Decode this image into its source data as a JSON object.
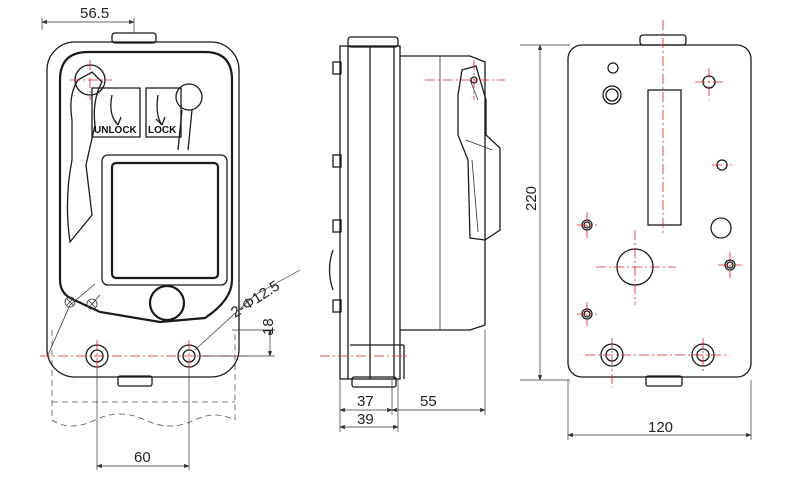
{
  "dimensions": {
    "d56_5": "56.5",
    "d2_phi12_5": "2-Φ12.5",
    "d18": "18",
    "d60": "60",
    "d37": "37",
    "d39": "39",
    "d55": "55",
    "d220": "220",
    "d120": "120"
  },
  "labels": {
    "unlock": "UNLOCK",
    "lock": "LOCK"
  },
  "colors": {
    "outline": "#1a1a1a",
    "centerline": "#e02020",
    "dimension": "#333333"
  }
}
